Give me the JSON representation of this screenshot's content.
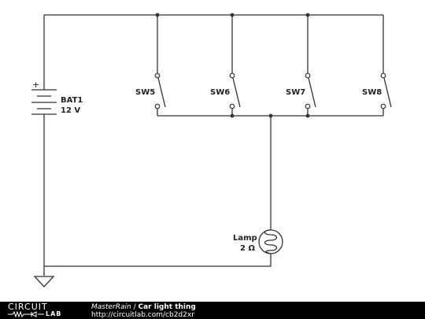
{
  "components": {
    "battery": {
      "name": "BAT1",
      "value": "12 V",
      "polarity": "+"
    },
    "switches": [
      {
        "name": "SW5"
      },
      {
        "name": "SW6"
      },
      {
        "name": "SW7"
      },
      {
        "name": "SW8"
      }
    ],
    "lamp": {
      "name": "Lamp",
      "value": "2 Ω"
    },
    "ground": {
      "symbol": "ground"
    }
  },
  "footer": {
    "logo_top": "CIRCUIT",
    "logo_bottom": "LAB",
    "author": "MasterRain",
    "separator": " / ",
    "title": "Car light thing",
    "url": "http://circuitlab.com/cb2d2xr"
  }
}
